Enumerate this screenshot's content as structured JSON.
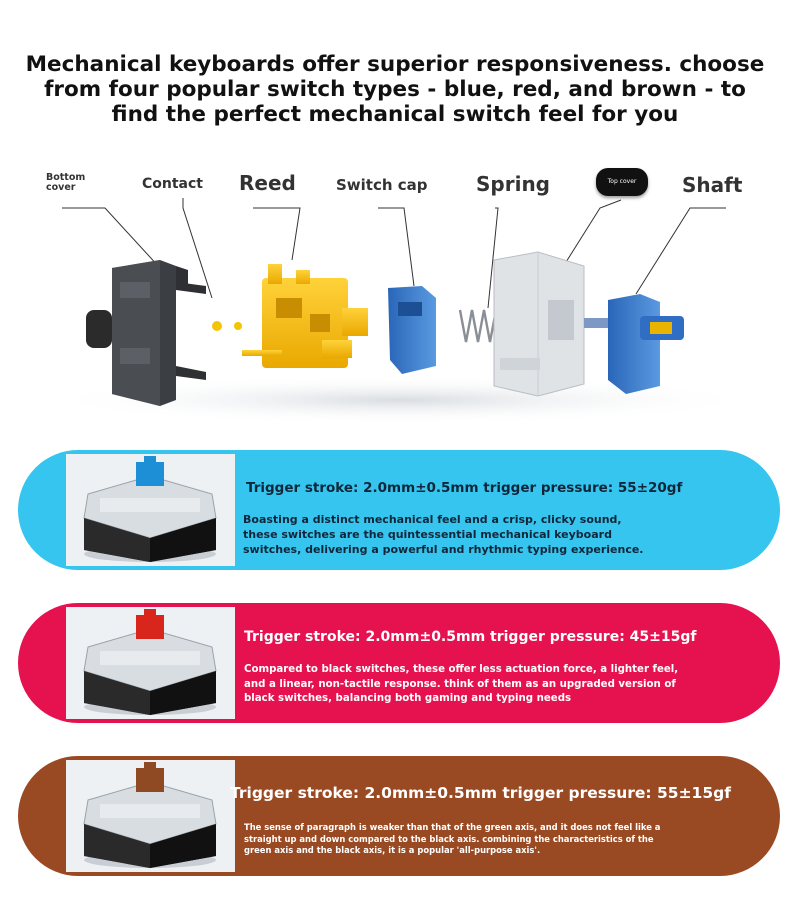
{
  "headline": "Mechanical keyboards offer superior responsiveness. choose from four popular switch types - blue, red, and brown - to find the perfect mechanical switch feel for you",
  "parts": {
    "bottom_cover": "Bottom\ncover",
    "contact": "Contact",
    "reed": "Reed",
    "switch_cap": "Switch cap",
    "spring": "Spring",
    "top_cover": "Top cover",
    "shaft": "Shaft"
  },
  "colors": {
    "blue_card": "#35c5ee",
    "red_card": "#e5124f",
    "brown_card": "#9a4a22",
    "blue_stem": "#1d8fd6",
    "red_stem": "#d9261c",
    "brown_stem": "#8f4a23"
  },
  "switches": [
    {
      "name": "blue",
      "title": "Trigger stroke: 2.0mm±0.5mm trigger pressure: 55±20gf",
      "description": "Boasting a distinct mechanical feel and a crisp, clicky sound,\nthese switches are the quintessential mechanical keyboard\nswitches, delivering a powerful and rhythmic typing experience."
    },
    {
      "name": "red",
      "title": "Trigger stroke: 2.0mm±0.5mm trigger pressure: 45±15gf",
      "description": "Compared to black switches, these offer less actuation force, a lighter feel,\nand a linear, non-tactile response. think of them as an upgraded version of\nblack switches, balancing both gaming and typing needs"
    },
    {
      "name": "brown",
      "title": "Trigger stroke: 2.0mm±0.5mm trigger pressure: 55±15gf",
      "description": "The sense of paragraph is weaker than that of the green axis, and it does not feel like a\nstraight up and down compared to the black axis. combining the characteristics of the\ngreen axis and the black axis, it is a popular 'all-purpose axis'."
    }
  ]
}
